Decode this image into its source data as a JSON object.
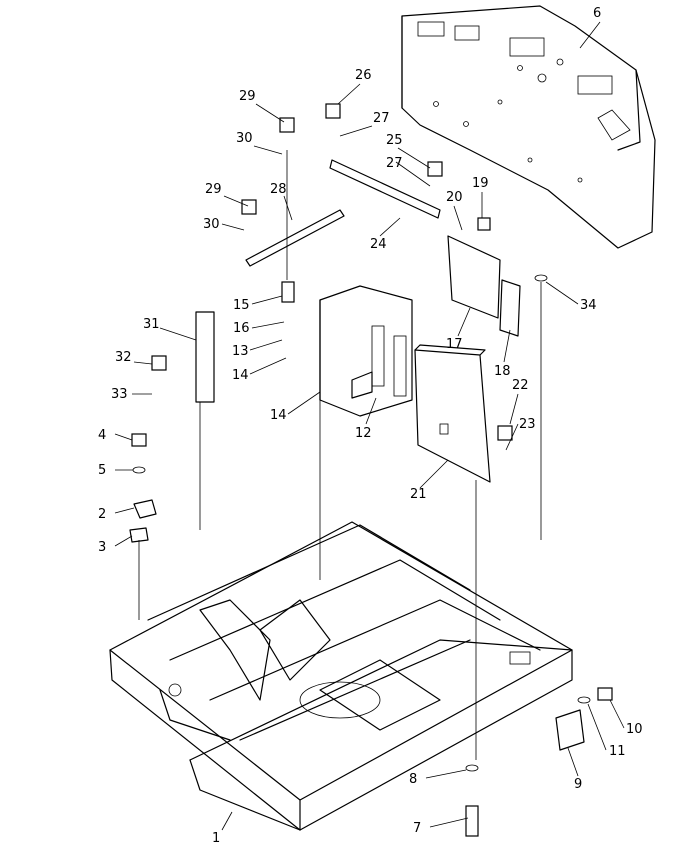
{
  "figure": {
    "callouts": [
      {
        "id": "p1",
        "label": "1"
      },
      {
        "id": "p2",
        "label": "2"
      },
      {
        "id": "p3",
        "label": "3"
      },
      {
        "id": "p4",
        "label": "4"
      },
      {
        "id": "p5",
        "label": "5"
      },
      {
        "id": "p6",
        "label": "6"
      },
      {
        "id": "p7",
        "label": "7"
      },
      {
        "id": "p8",
        "label": "8"
      },
      {
        "id": "p9",
        "label": "9"
      },
      {
        "id": "p10",
        "label": "10"
      },
      {
        "id": "p11",
        "label": "11"
      },
      {
        "id": "p12",
        "label": "12"
      },
      {
        "id": "p13",
        "label": "13"
      },
      {
        "id": "p14a",
        "label": "14"
      },
      {
        "id": "p14b",
        "label": "14"
      },
      {
        "id": "p15",
        "label": "15"
      },
      {
        "id": "p16",
        "label": "16"
      },
      {
        "id": "p17",
        "label": "17"
      },
      {
        "id": "p18",
        "label": "18"
      },
      {
        "id": "p19",
        "label": "19"
      },
      {
        "id": "p20",
        "label": "20"
      },
      {
        "id": "p21",
        "label": "21"
      },
      {
        "id": "p22",
        "label": "22"
      },
      {
        "id": "p23",
        "label": "23"
      },
      {
        "id": "p24",
        "label": "24"
      },
      {
        "id": "p25",
        "label": "25"
      },
      {
        "id": "p26",
        "label": "26"
      },
      {
        "id": "p27a",
        "label": "27"
      },
      {
        "id": "p27b",
        "label": "27"
      },
      {
        "id": "p28",
        "label": "28"
      },
      {
        "id": "p29a",
        "label": "29"
      },
      {
        "id": "p29b",
        "label": "29"
      },
      {
        "id": "p30a",
        "label": "30"
      },
      {
        "id": "p30b",
        "label": "30"
      },
      {
        "id": "p31",
        "label": "31"
      },
      {
        "id": "p32",
        "label": "32"
      },
      {
        "id": "p33",
        "label": "33"
      },
      {
        "id": "p34",
        "label": "34"
      }
    ]
  }
}
